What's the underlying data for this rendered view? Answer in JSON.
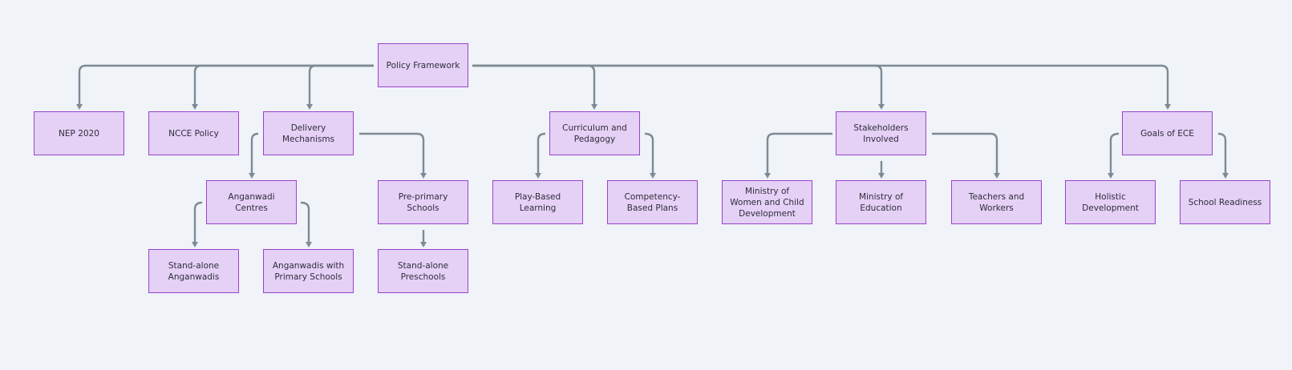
{
  "diagram": {
    "nodes": {
      "policy_framework": "Policy Framework",
      "nep_2020": "NEP 2020",
      "ncce_policy": "NCCE Policy",
      "delivery_mechanisms": "Delivery Mechanisms",
      "curriculum_pedagogy": "Curriculum and Pedagogy",
      "stakeholders_involved": "Stakeholders Involved",
      "goals_of_ece": "Goals of ECE",
      "anganwadi_centres": "Anganwadi Centres",
      "pre_primary_schools": "Pre-primary Schools",
      "play_based_learning": "Play-Based Learning",
      "competency_based_plans": "Competency-Based Plans",
      "ministry_women_child": "Ministry of Women and Child Development",
      "ministry_education": "Ministry of Education",
      "teachers_workers": "Teachers and Workers",
      "holistic_development": "Holistic Development",
      "school_readiness": "School Readiness",
      "standalone_anganwadis": "Stand-alone Anganwadis",
      "anganwadis_primary_schools": "Anganwadis with Primary Schools",
      "standalone_preschools": "Stand-alone Preschools"
    },
    "edges": [
      [
        "policy_framework",
        "nep_2020"
      ],
      [
        "policy_framework",
        "ncce_policy"
      ],
      [
        "policy_framework",
        "delivery_mechanisms"
      ],
      [
        "policy_framework",
        "curriculum_pedagogy"
      ],
      [
        "policy_framework",
        "stakeholders_involved"
      ],
      [
        "policy_framework",
        "goals_of_ece"
      ],
      [
        "delivery_mechanisms",
        "anganwadi_centres"
      ],
      [
        "delivery_mechanisms",
        "pre_primary_schools"
      ],
      [
        "anganwadi_centres",
        "standalone_anganwadis"
      ],
      [
        "anganwadi_centres",
        "anganwadis_primary_schools"
      ],
      [
        "pre_primary_schools",
        "standalone_preschools"
      ],
      [
        "curriculum_pedagogy",
        "play_based_learning"
      ],
      [
        "curriculum_pedagogy",
        "competency_based_plans"
      ],
      [
        "stakeholders_involved",
        "ministry_women_child"
      ],
      [
        "stakeholders_involved",
        "ministry_education"
      ],
      [
        "stakeholders_involved",
        "teachers_workers"
      ],
      [
        "goals_of_ece",
        "holistic_development"
      ],
      [
        "goals_of_ece",
        "school_readiness"
      ]
    ],
    "colors": {
      "background": "#f0f3f7",
      "node_fill": "#e5d0f6",
      "node_border": "#9a44cc",
      "edge": "#7d8a96"
    }
  }
}
